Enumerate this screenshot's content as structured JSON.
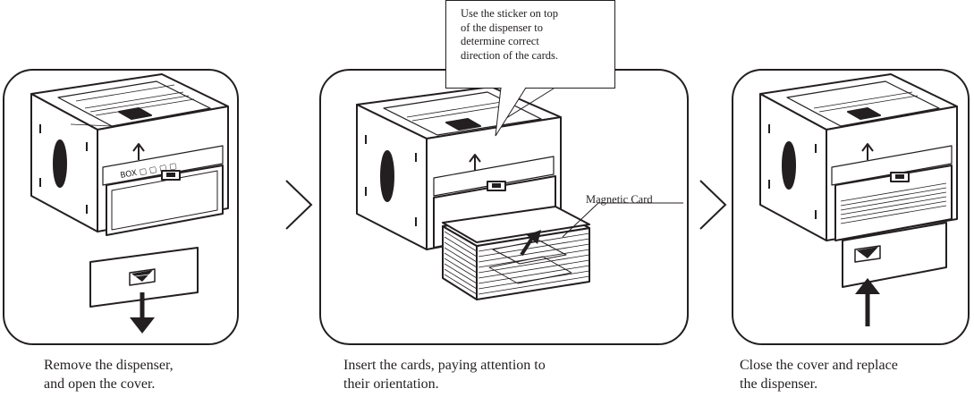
{
  "steps": [
    {
      "caption_line1": "Remove the dispenser,",
      "caption_line2": "and open the cover."
    },
    {
      "caption_line1": "Insert the cards, paying attention to",
      "caption_line2": "their orientation."
    },
    {
      "caption_line1": "Close the cover and replace",
      "caption_line2": "the dispenser."
    }
  ],
  "callout": {
    "line1": "Use the sticker on top",
    "line2": "of the dispenser to",
    "line3": "determine correct",
    "line4": "direction of the cards."
  },
  "magnetic_card_label": "Magnetic Card"
}
